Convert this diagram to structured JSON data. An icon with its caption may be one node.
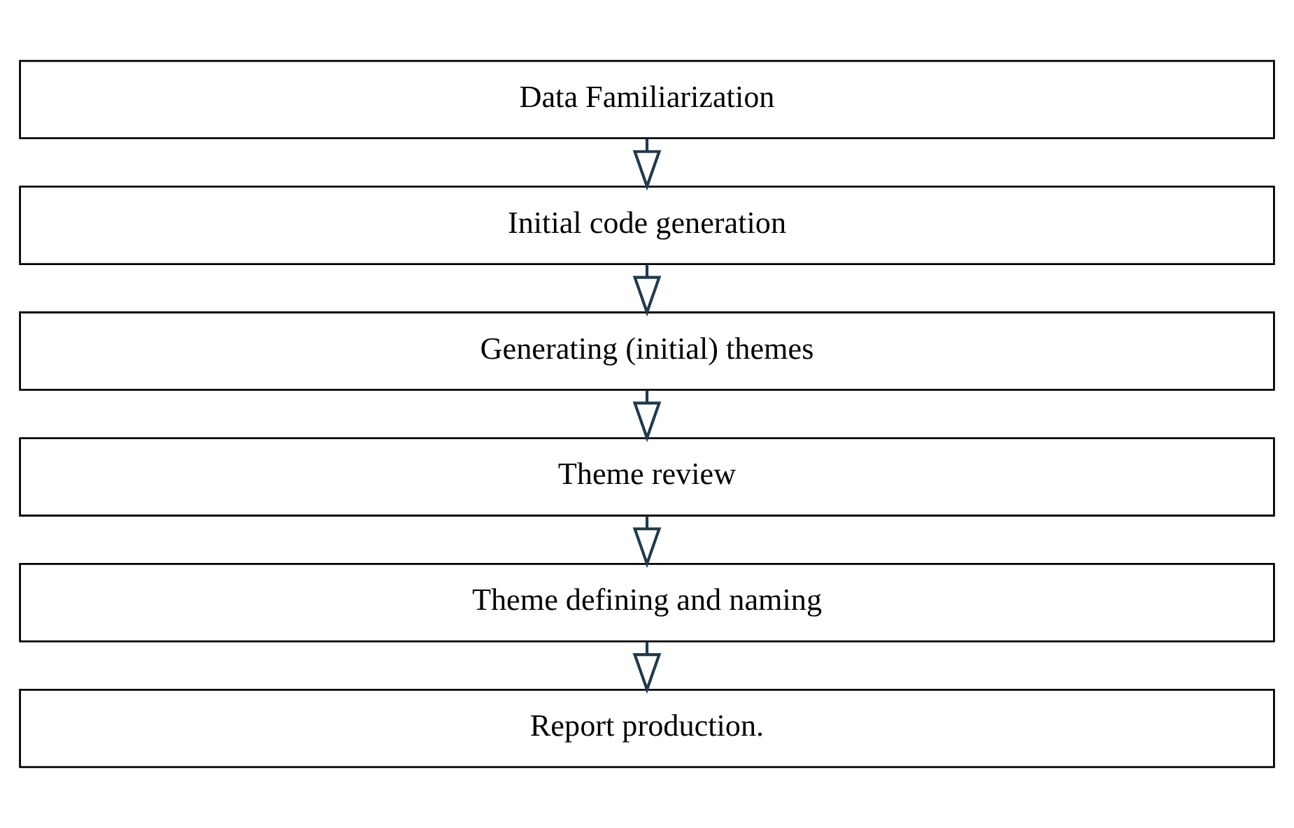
{
  "diagram": {
    "nodes": [
      {
        "text": [
          "Data Familiarization"
        ]
      },
      {
        "text": [
          "Initial code generation"
        ]
      },
      {
        "text": [
          "Generating (initial) themes"
        ]
      },
      {
        "text": [
          "Theme review"
        ]
      },
      {
        "text": [
          "Theme defining and naming"
        ]
      },
      {
        "text": [
          "Report production."
        ]
      }
    ],
    "edges": [
      {
        "from": 0,
        "to": 1,
        "arrow": "to"
      },
      {
        "from": 1,
        "to": 2,
        "arrow": "to"
      },
      {
        "from": 2,
        "to": 3,
        "arrow": "to"
      },
      {
        "from": 3,
        "to": 4,
        "arrow": "to"
      },
      {
        "from": 4,
        "to": 5,
        "arrow": "to"
      }
    ]
  }
}
